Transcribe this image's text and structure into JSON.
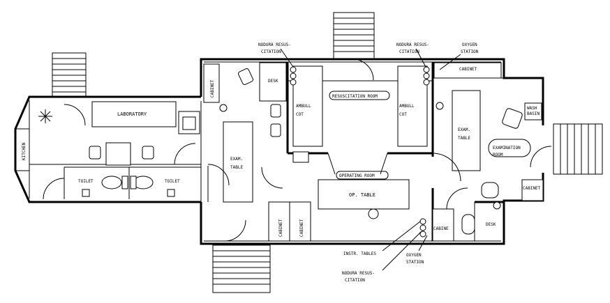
{
  "rooms": {
    "kitchen": "KITCHEN",
    "laboratory": "LABORATORY",
    "toilet_left": "TOILET",
    "toilet_right": "TOILET",
    "cabinet_left": "CABINET",
    "desk_left": "DESK",
    "exam_table_left_1": "EXAM.",
    "exam_table_left_2": "TABLE",
    "ambu_left_1": "AMBULL",
    "ambu_left_2": "COT",
    "resuscitation_room": "RESUSCITATION ROOM",
    "ambu_right_1": "AMBULL",
    "ambu_right_2": "COT",
    "operating_room": "OPERATING ROOM",
    "op_table": "OP. TABLE",
    "cabinet_bottom_1": "CABINET",
    "cabinet_bottom_2": "CABINET",
    "cabinet_bottom_right": "CABINE",
    "cabinet_top_right": "CABINET",
    "exam_table_right_1": "EXAM.",
    "exam_table_right_2": "TABLE",
    "examination_room_1": "EXAMINATION",
    "examination_room_2": "ROOM",
    "wash_basin_1": "WASH",
    "wash_basin_2": "BASIN",
    "cabinet_right": "CABINET",
    "desk_right": "DESK"
  },
  "callouts": {
    "noddra_1_line1": "NODURA RESUS-",
    "noddra_1_line2": "CITATION",
    "noddra_2_line1": "NODURA RESUS-",
    "noddra_2_line2": "CITATION",
    "oxygen_top_1": "OXYGEN",
    "oxygen_top_2": "STATION",
    "instr_tables": "INSTR. TABLES",
    "noddra_3_line1": "NODURA RESUS-",
    "noddra_3_line2": "CITATION",
    "oxygen_bottom_1": "OXYGEN",
    "oxygen_bottom_2": "STATION"
  }
}
